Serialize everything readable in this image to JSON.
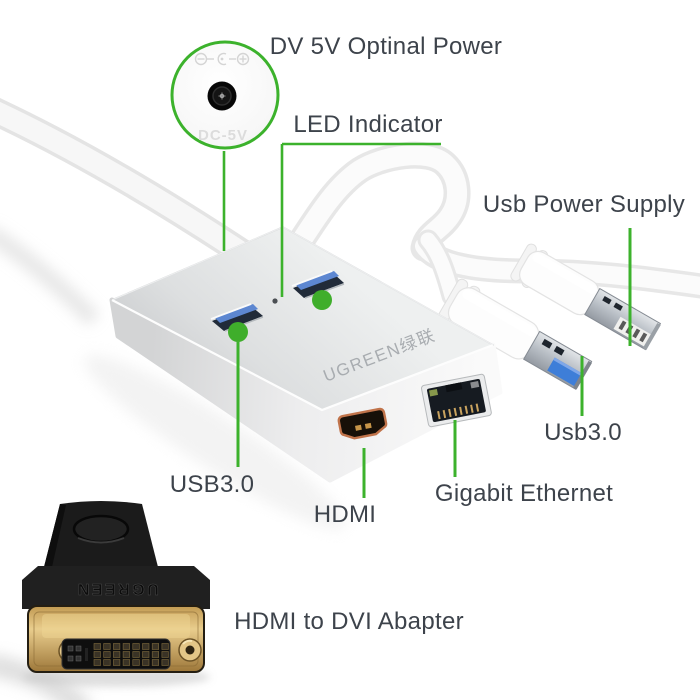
{
  "annotations": {
    "dc_power": "DV 5V Optinal Power",
    "led": "LED Indicator",
    "usb_power_supply": "Usb Power Supply",
    "usb3_plug": "Usb3.0",
    "usb3_ports": "USB3.0",
    "hdmi": "HDMI",
    "gigabit_ethernet": "Gigabit Ethernet",
    "dvi_adapter": "HDMI to DVI Abapter"
  },
  "product": {
    "hub_brand_text": "UGREEN绿联",
    "magnifier_dc_label": "DC-5V",
    "adapter_brand_embossed": "UGREEN"
  },
  "colors": {
    "accent_green": "#3cb22c",
    "label_text": "#3d434b",
    "usb3_blue": "#3e7ed8",
    "dvi_gold": "#d4ab62"
  }
}
